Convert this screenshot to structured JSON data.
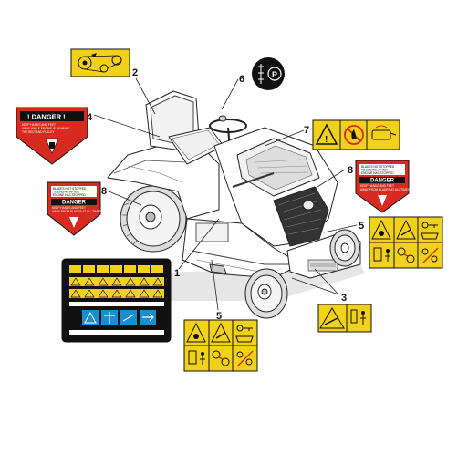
{
  "callouts": {
    "c1": "1",
    "c2": "2",
    "c3": "3",
    "c4": "4",
    "c5a": "5",
    "c5b": "5",
    "c6": "6",
    "c7": "7",
    "c8a": "8",
    "c8b": "8"
  },
  "parking_symbol": "P",
  "danger_large": {
    "title": "! DANGER !",
    "line1": "KEEP HANDS AND FEET",
    "line2": "AWAY WHILE ENGINE IS RUNNING",
    "line3": "THE BELT AND PULLEY"
  },
  "danger_small": {
    "line1": "BLADES NOT STOPPED",
    "line2": "TO ENGINE AFTER",
    "line3": "ENGINE HAS STOPPED",
    "title": "DANGER",
    "line4": "KEEP HANDS AND FEET",
    "line5": "AWAY FROM BLADES AT ALL TIMES"
  },
  "danger_right": {
    "line1": "BLADES NOT STOPPED",
    "line2": "TO ENGINE AFTER",
    "line3": "ENGINE HAS STOPPED",
    "title": "DANGER",
    "line4": "KEEP HANDS AND FEET",
    "line5": "AWAY FROM BLADES AT ALL TIMES"
  },
  "colors": {
    "warning_yellow": "#f2d11b",
    "danger_red": "#d82a20",
    "safety_blue": "#1a8fd0",
    "label_black": "#111111"
  }
}
